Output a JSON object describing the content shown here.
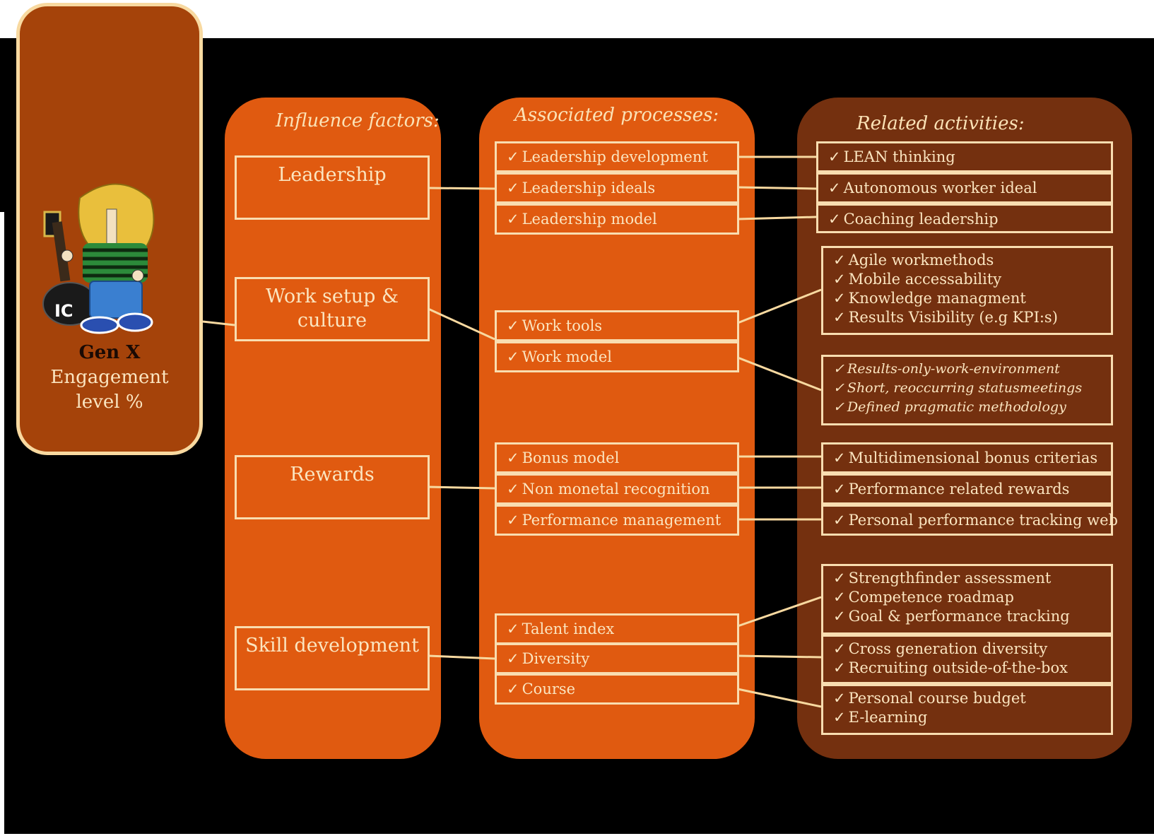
{
  "gen": {
    "title": "Gen X",
    "subtitle_line1": "Engagement",
    "subtitle_line2": "level %"
  },
  "titles": {
    "factors": "Influence factors:",
    "processes": "Associated processes:",
    "activities": "Related activities:"
  },
  "factors": {
    "leadership": "Leadership",
    "worksetup_line1": "Work setup &",
    "worksetup_line2": "culture",
    "rewards": "Rewards",
    "skill": "Skill development"
  },
  "check": "✓",
  "processes": {
    "leadership": [
      "Leadership development",
      "Leadership ideals",
      "Leadership model"
    ],
    "worksetup": [
      "Work tools",
      "Work model"
    ],
    "rewards": [
      "Bonus model",
      "Non monetal recognition",
      "Performance management"
    ],
    "skill": [
      "Talent index",
      "Diversity",
      "Course"
    ]
  },
  "activities": {
    "leadership": [
      "LEAN thinking",
      "Autonomous worker ideal",
      "Coaching leadership"
    ],
    "worktools": [
      "Agile workmethods",
      "Mobile accessability",
      "Knowledge managment",
      "Results Visibility (e.g KPI:s)"
    ],
    "workmodel": [
      "Results-only-work-environment",
      "Short, reoccurring statusmeetings",
      "Defined pragmatic  methodology"
    ],
    "rewards": [
      "Multidimensional bonus criterias",
      "Performance related rewards",
      "Personal performance tracking web"
    ],
    "talent": [
      "Strengthfinder assessment",
      "Competence roadmap",
      "Goal & performance tracking"
    ],
    "diversity": [
      "Cross generation diversity",
      "Recruiting outside-of-the-box"
    ],
    "course": [
      "Personal course budget",
      "E-learning"
    ]
  },
  "colors": {
    "orange_panel": "#e05a10",
    "brown_panel": "#74300f",
    "gen_panel": "#a5430a",
    "border_cream": "#f9ddb0"
  }
}
